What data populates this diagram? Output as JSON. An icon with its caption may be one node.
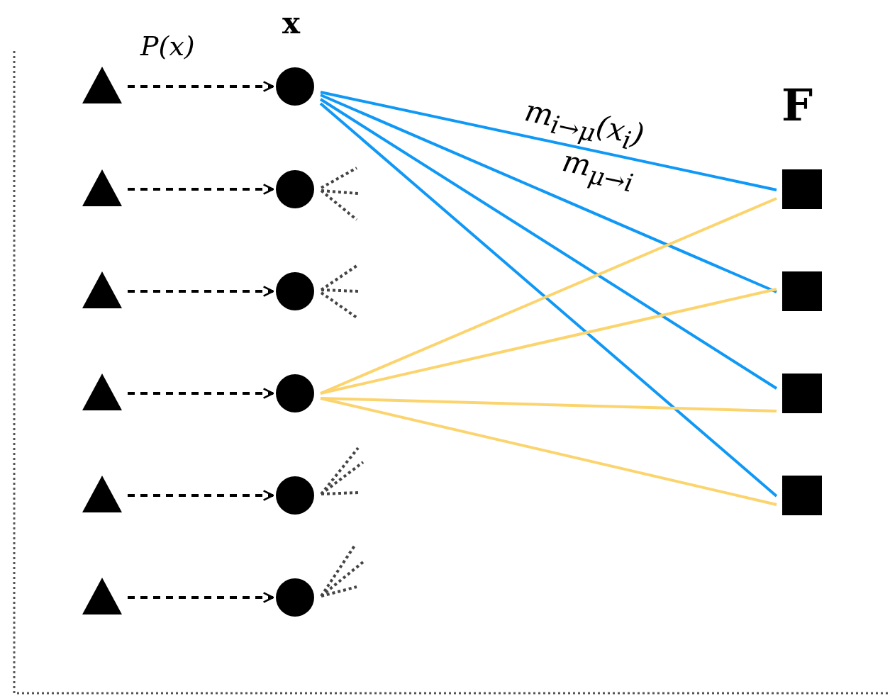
{
  "diagram": {
    "nodes": [
      {
        "text": [],
        "shape": "triangle"
      },
      {
        "text": [],
        "shape": "triangle"
      },
      {
        "text": [],
        "shape": "triangle"
      },
      {
        "text": [],
        "shape": "triangle"
      },
      {
        "text": [],
        "shape": "triangle"
      },
      {
        "text": [],
        "shape": "triangle"
      },
      {
        "text": [],
        "shape": "circle"
      },
      {
        "text": [],
        "shape": "circle"
      },
      {
        "text": [],
        "shape": "circle"
      },
      {
        "text": [],
        "shape": "circle"
      },
      {
        "text": [],
        "shape": "circle"
      },
      {
        "text": [],
        "shape": "circle"
      },
      {
        "text": [],
        "shape": "box"
      },
      {
        "text": [],
        "shape": "box"
      },
      {
        "text": [],
        "shape": "box"
      },
      {
        "text": [],
        "shape": "box"
      }
    ],
    "edges": [
      {
        "from": 0,
        "to": 6,
        "arrow": "to",
        "style": "dashed",
        "label": "P(x)"
      },
      {
        "from": 1,
        "to": 7,
        "arrow": "to",
        "style": "dashed"
      },
      {
        "from": 2,
        "to": 8,
        "arrow": "to",
        "style": "dashed"
      },
      {
        "from": 3,
        "to": 9,
        "arrow": "to",
        "style": "dashed"
      },
      {
        "from": 4,
        "to": 10,
        "arrow": "to",
        "style": "dashed"
      },
      {
        "from": 5,
        "to": 11,
        "arrow": "to",
        "style": "dashed"
      },
      {
        "from": 6,
        "to": 12,
        "arrow": "none",
        "color": "#0f98f5",
        "label": "m$_{i→μ}$(x$_{i}$)"
      },
      {
        "from": 6,
        "to": 13,
        "arrow": "none",
        "color": "#0f98f5"
      },
      {
        "from": 6,
        "to": 14,
        "arrow": "none",
        "color": "#0f98f5"
      },
      {
        "from": 6,
        "to": 15,
        "arrow": "none",
        "color": "#0f98f5"
      },
      {
        "from": 9,
        "to": 12,
        "arrow": "none",
        "color": "#fcd46e"
      },
      {
        "from": 9,
        "to": 13,
        "arrow": "none",
        "color": "#fcd46e"
      },
      {
        "from": 9,
        "to": 14,
        "arrow": "none",
        "color": "#fcd46e"
      },
      {
        "from": 9,
        "to": 15,
        "arrow": "none",
        "color": "#fcd46e"
      },
      {
        "from": 7,
        "to": null,
        "arrow": "none",
        "style": "dashed",
        "color": "#444444"
      },
      {
        "from": 7,
        "to": null,
        "arrow": "none",
        "style": "dashed",
        "color": "#444444"
      },
      {
        "from": 7,
        "to": null,
        "arrow": "none",
        "style": "dashed",
        "color": "#444444"
      },
      {
        "from": 8,
        "to": null,
        "arrow": "none",
        "style": "dashed",
        "color": "#444444"
      },
      {
        "from": 8,
        "to": null,
        "arrow": "none",
        "style": "dashed",
        "color": "#444444"
      },
      {
        "from": 8,
        "to": null,
        "arrow": "none",
        "style": "dashed",
        "color": "#444444"
      },
      {
        "from": 10,
        "to": null,
        "arrow": "none",
        "style": "dashed",
        "color": "#444444"
      },
      {
        "from": 10,
        "to": null,
        "arrow": "none",
        "style": "dashed",
        "color": "#444444"
      },
      {
        "from": 10,
        "to": null,
        "arrow": "none",
        "style": "dashed",
        "color": "#444444"
      },
      {
        "from": 11,
        "to": null,
        "arrow": "none",
        "style": "dashed",
        "color": "#444444"
      },
      {
        "from": 11,
        "to": null,
        "arrow": "none",
        "style": "dashed",
        "color": "#444444"
      },
      {
        "from": 11,
        "to": null,
        "arrow": "none",
        "style": "dashed",
        "color": "#444444"
      }
    ],
    "labels": [
      "x",
      "F",
      "m$_{μ→i}$"
    ]
  }
}
